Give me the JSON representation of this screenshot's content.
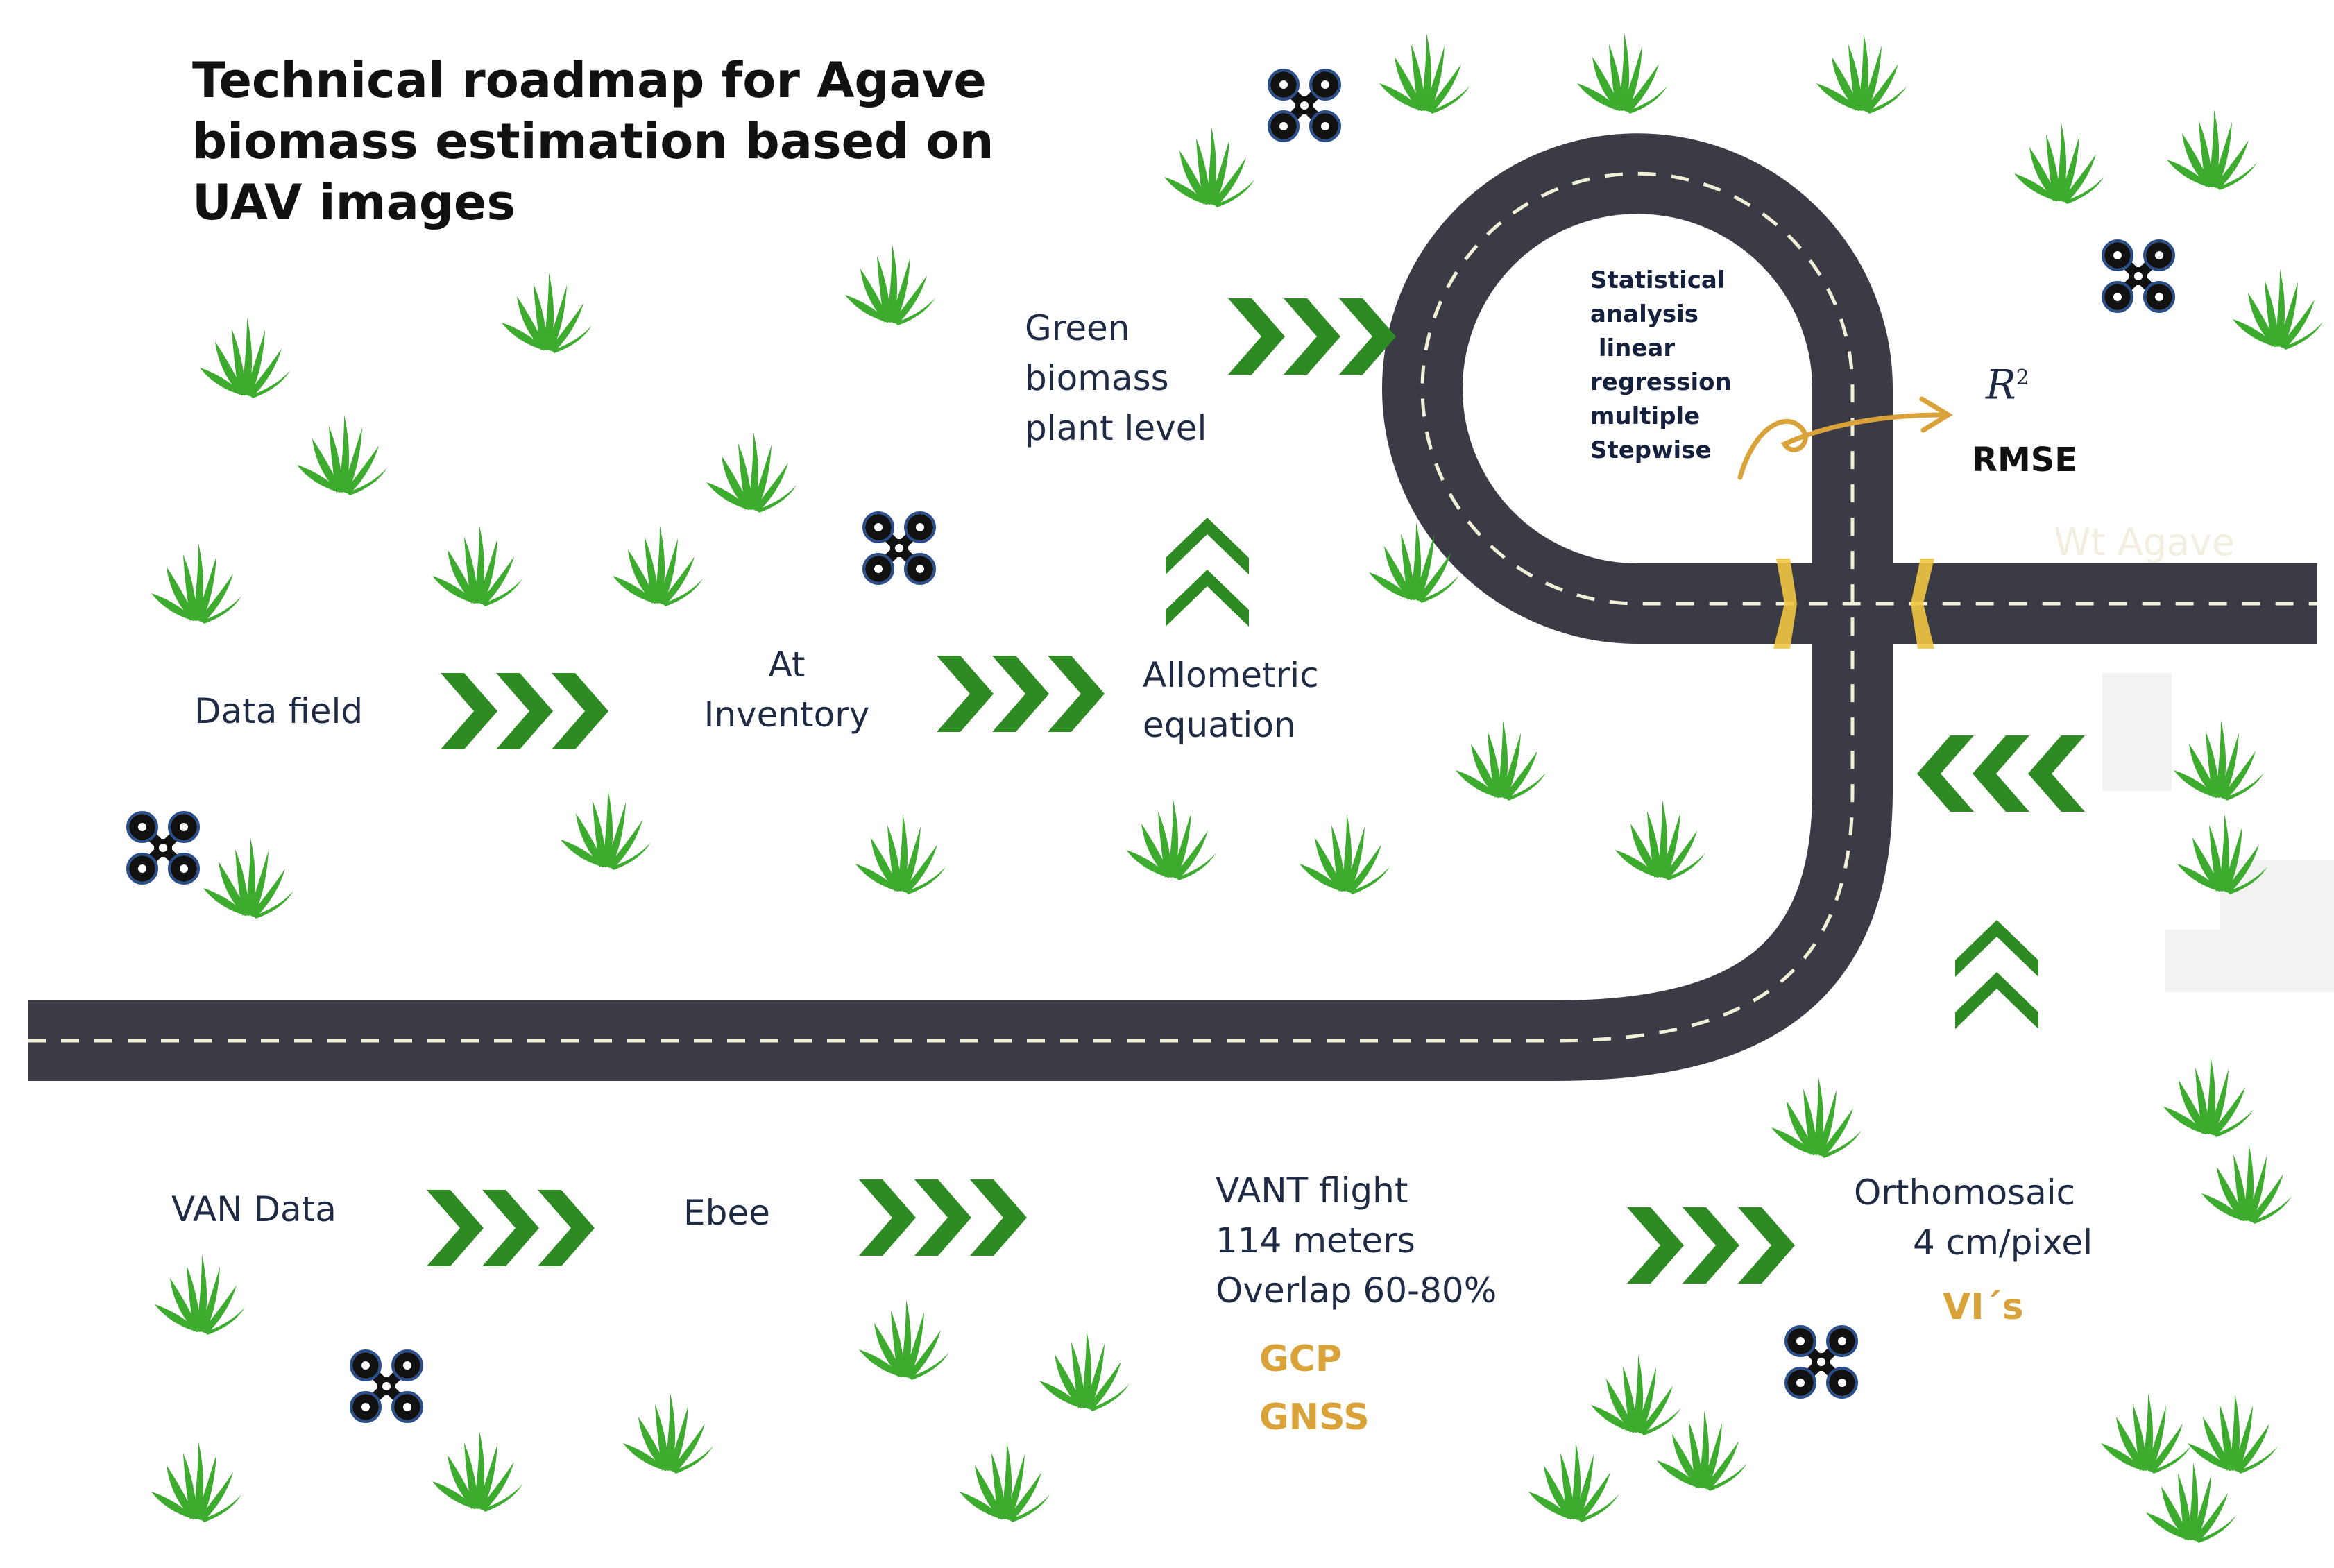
{
  "title_lines": [
    "Technical roadmap for Agave",
    "biomass estimation based on",
    "UAV images"
  ],
  "labels": {
    "data_field": "Data field",
    "at_inventory": [
      "At",
      "Inventory"
    ],
    "allometric": [
      "Allometric",
      "equation"
    ],
    "green_biomass": [
      "Green",
      "biomass",
      "plant level"
    ],
    "statistical": [
      "Statistical",
      "analysis",
      " linear",
      "regression",
      "multiple",
      "Stepwise"
    ],
    "r2": "R",
    "r2_sup": "2",
    "rmse": "RMSE",
    "wt_agave": "Wt Agave",
    "van_data": "VAN Data",
    "ebee": "Ebee",
    "vant_flight": [
      "VANT flight",
      "114 meters",
      "Overlap 60-80%"
    ],
    "gcp": "GCP",
    "gnss": "GNSS",
    "orthomosaic": [
      "Orthomosaic",
      "4 cm/pixel"
    ],
    "vis": "VI´s"
  },
  "colors": {
    "road": "#3a3b45",
    "road_dash": "#f2efd8",
    "chevron": "#2e8a22",
    "grass": "#3cab2e",
    "orange": "#d9a33a",
    "drone": "#111111",
    "drone_ring": "#2a4e8a",
    "text": "#1f2a44"
  },
  "icons": [
    "drone-icon",
    "grass-icon",
    "chevron-right-icon",
    "chevron-left-icon",
    "chevron-up-icon",
    "curved-arrow-icon"
  ]
}
